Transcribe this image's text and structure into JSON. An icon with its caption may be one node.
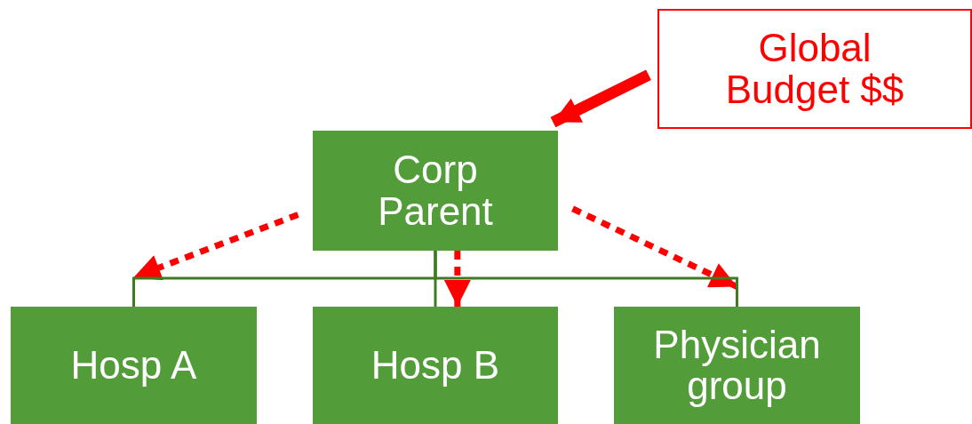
{
  "diagram": {
    "nodes": [
      {
        "text": [
          "Global Budget $$"
        ]
      },
      {
        "text": [
          "Corp Parent"
        ]
      },
      {
        "text": [
          "Hosp A"
        ]
      },
      {
        "text": [
          "Hosp B"
        ]
      },
      {
        "text": [
          "Physician group"
        ]
      }
    ],
    "edges": [
      {
        "from": 0,
        "to": 1,
        "arrow": "to",
        "style": "thick",
        "color": "#ff0000"
      },
      {
        "from": 1,
        "to": 2,
        "arrow": "to",
        "style": "dashed",
        "color": "#ff0000"
      },
      {
        "from": 1,
        "to": 3,
        "arrow": "to",
        "style": "dashed",
        "color": "#ff0000"
      },
      {
        "from": 1,
        "to": 4,
        "arrow": "to",
        "style": "dashed",
        "color": "#ff0000"
      },
      {
        "from": 1,
        "to": 2,
        "arrow": "none",
        "color": "#3e7a20"
      },
      {
        "from": 1,
        "to": 3,
        "arrow": "none",
        "color": "#3e7a20"
      },
      {
        "from": 1,
        "to": 4,
        "arrow": "none",
        "color": "#3e7a20"
      }
    ]
  }
}
